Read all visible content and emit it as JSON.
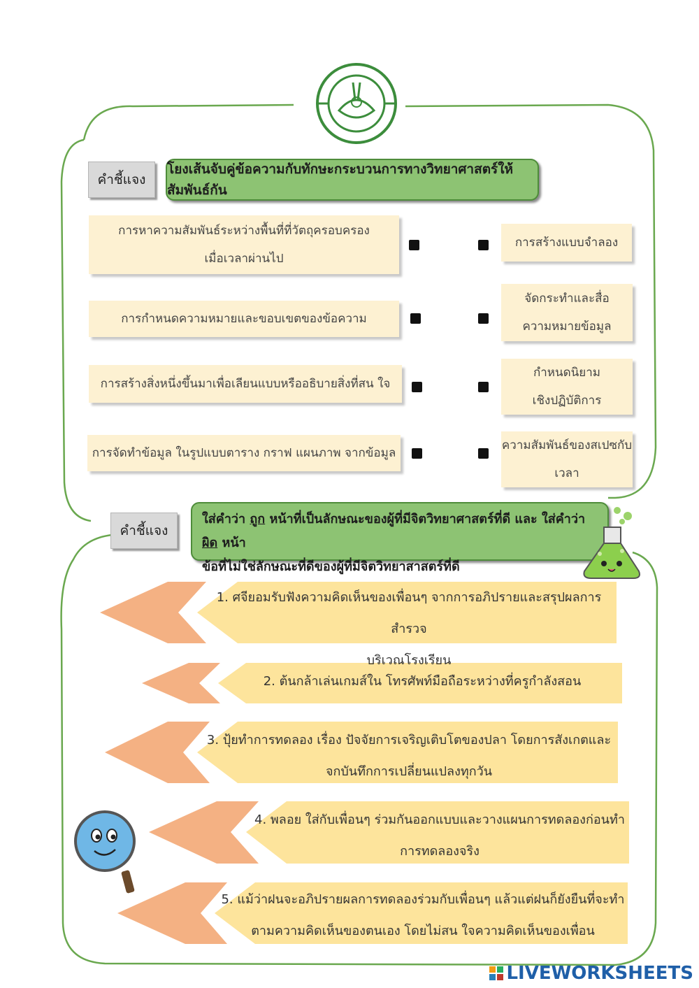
{
  "section1": {
    "tag": "คำชี้แจง",
    "instruction": "โยงเส้นจับคู่ข้อความกับทักษะกระบวนการทางวิทยาศาสตร์ให้สัมพันธ์กัน",
    "left_items": [
      {
        "line1": "การหาความสัมพันธ์ระหว่างพื้นที่ที่วัตถุครอบครอง",
        "line2": "เมื่อเวลาผ่านไป"
      },
      {
        "line1": "การกำหนดความหมายและขอบเขตของข้อความ",
        "line2": ""
      },
      {
        "line1": "การสร้างสิ่งหนึ่งขึ้นมาเพื่อเลียนแบบหรืออธิบายสิ่งที่สน ใจ",
        "line2": ""
      },
      {
        "line1": "การจัดทำข้อมูล ในรูปแบบตาราง กราฟ แผนภาพ จากข้อมูล",
        "line2": ""
      }
    ],
    "right_items": [
      {
        "line1": "การสร้างแบบจำลอง",
        "line2": ""
      },
      {
        "line1": "จัดกระทำและสื่อ",
        "line2": "ความหมายข้อมูล"
      },
      {
        "line1": "กำหนดนิยาม",
        "line2": "เชิงปฏิบัติการ"
      },
      {
        "line1": "ความสัมพันธ์ของสเปซกับ",
        "line2": "เวลา"
      }
    ]
  },
  "section2": {
    "tag": "คำชี้แจง",
    "instruction": {
      "p1": "ใส่คำว่า ",
      "w1": "ถูก",
      "p2": " หน้าที่เป็นลักษณะของผู้ที่มีจิตวิทยาศาสตร์ที่ดี และ ใส่คำว่า ",
      "w2": "ผิด",
      "p3": " หน้า",
      "line2": "ข้อที่ไม่ใช่ลักษณะที่ดีของผู้ที่มีจิตวิทยาสาสตร์ที่ดี"
    },
    "questions": [
      {
        "line1": "1. ศจียอมรับฟังความคิดเห็นของเพื่อนๆ จากการอภิปรายและสรุปผลการสำรวจ",
        "line2": "บริเวณโรงเรียน"
      },
      {
        "line1": "2. ต้นกล้าเล่นเกมส์ใน โทรศัพท์มือถือระหว่างที่ครูกำลังสอน",
        "line2": ""
      },
      {
        "line1": "3. ปุ้ยทำการทดลอง เรื่อง ปัจจัยการเจริญเติบโตของปลา โดยการสังเกตและ",
        "line2": "จกบันทึกการเปลี่ยนแปลงทุกวัน"
      },
      {
        "line1": "4. พลอย ใส่กับเพื่อนๆ ร่วมกันออกแบบและวางแผนการทดลองก่อนทำ",
        "line2": "การทดลองจริง"
      },
      {
        "line1": "5. แม้ว่าฝนจะอภิปรายผลการทดลองร่วมกับเพื่อนๆ แล้วแต่ฝนก็ยังยืนที่จะทำ",
        "line2": "ตามความคิดเห็นของตนเอง โดยไม่สน ใจความคิดเห็นของเพื่อน"
      }
    ]
  },
  "watermark": "LIVEWORKSHEETS",
  "colors": {
    "frame": "#6aa84f",
    "banner": "#8dc373",
    "box": "#fdf1d2",
    "arrow_body": "#fde49c",
    "arrow_tip": "#f4b183"
  }
}
